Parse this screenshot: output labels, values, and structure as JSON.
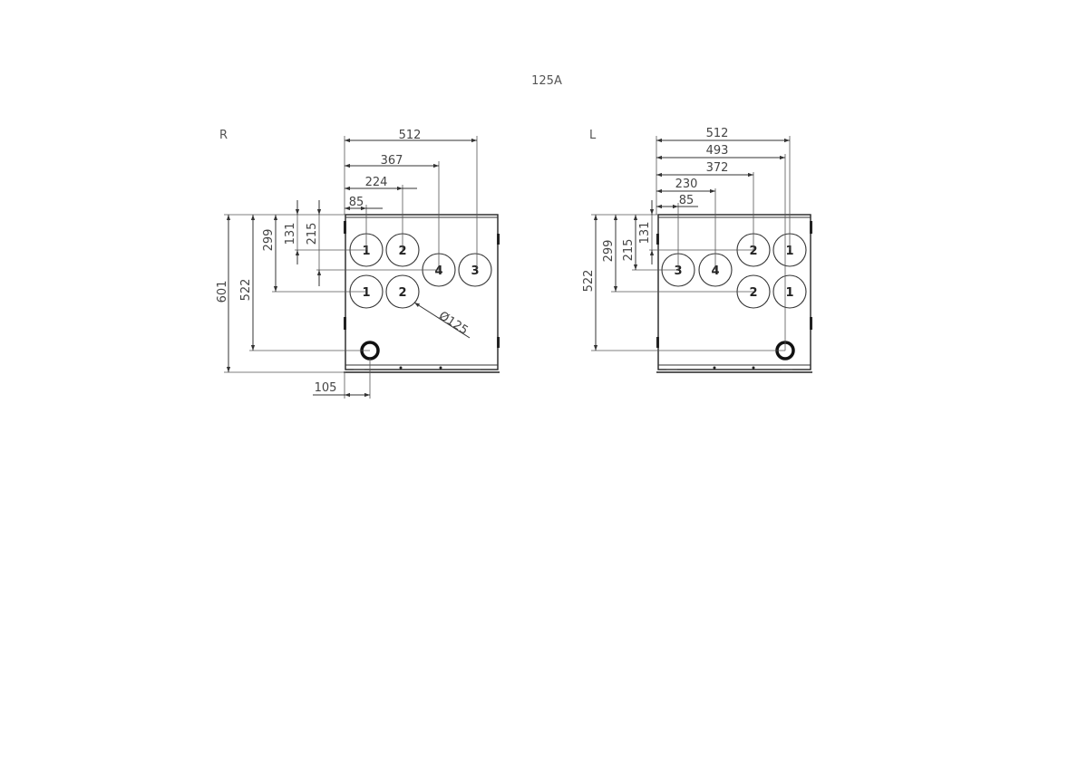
{
  "title": "125A",
  "right_view": {
    "label": "R",
    "horizontal_dims": [
      "512",
      "367",
      "224",
      "85"
    ],
    "vertical_dims": [
      "601",
      "522",
      "299",
      "131",
      "215"
    ],
    "bottom_dim": "105",
    "diameter_label": "Ø125",
    "holes": [
      "1",
      "2",
      "4",
      "3",
      "1",
      "2"
    ]
  },
  "left_view": {
    "label": "L",
    "horizontal_dims": [
      "512",
      "493",
      "372",
      "230",
      "85"
    ],
    "vertical_dims": [
      "522",
      "299",
      "215",
      "131"
    ],
    "holes": [
      "3",
      "4",
      "2",
      "1",
      "2",
      "1"
    ]
  }
}
